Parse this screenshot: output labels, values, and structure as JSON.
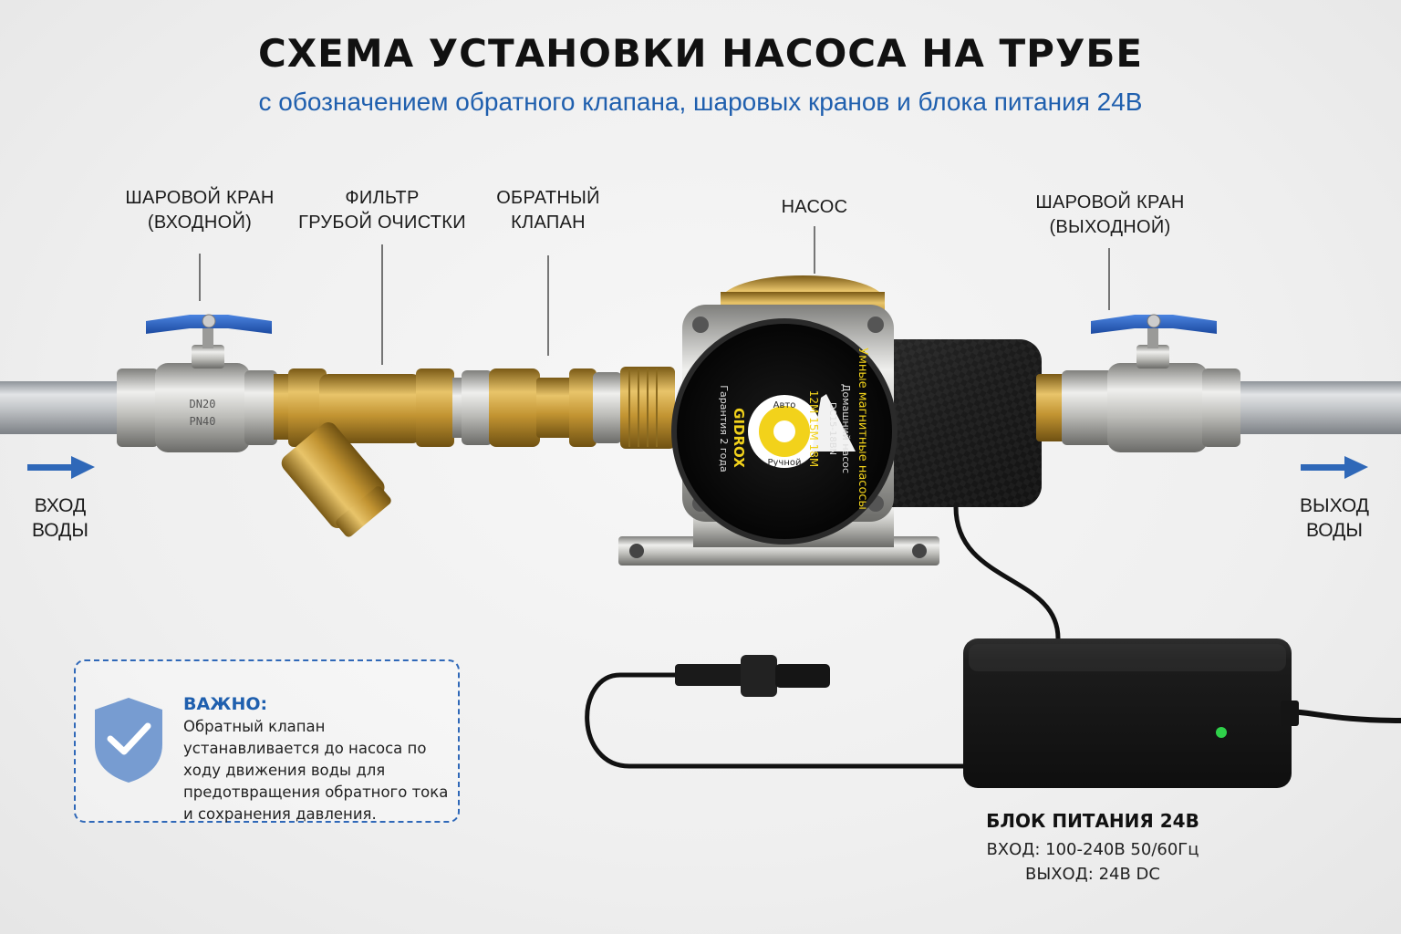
{
  "header": {
    "title": "СХЕМА УСТАНОВКИ НАСОСА НА ТРУБЕ",
    "subtitle": "с обозначением обратного клапана, шаровых кранов и блока питания 24В"
  },
  "labels": {
    "ball_valve_in": [
      "ШАРОВОЙ КРАН",
      "(ВХОДНОЙ)"
    ],
    "filter": [
      "ФИЛЬТР",
      "ГРУБОЙ ОЧИСТКИ"
    ],
    "check_valve": [
      "ОБРАТНЫЙ",
      "КЛАПАН"
    ],
    "pump": "НАСОС",
    "ball_valve_out": [
      "ШАРОВОЙ КРАН",
      "(ВЫХОДНОЙ)"
    ]
  },
  "flow": {
    "inlet": [
      "ВХОД",
      "ВОДЫ"
    ],
    "outlet": [
      "ВЫХОД",
      "ВОДЫ"
    ]
  },
  "valve_markings": {
    "dn": "DN20",
    "pn": "PN40"
  },
  "pump_face": {
    "brand": "GIDROX",
    "arc_text": "Умные магнитные насосы",
    "series": "Домашний насос",
    "model": "DC15-18BN",
    "heads": "12M 15M 18M",
    "warranty": "Гарантия 2 года",
    "mode_auto": "Авто",
    "mode_manual": "Ручной"
  },
  "note": {
    "title": "ВАЖНО:",
    "text": "Обратный клапан устанавливается до насоса по ходу движения воды для предотвращения обратного тока и сохранения давления."
  },
  "psu": {
    "title": "БЛОК ПИТАНИЯ 24В",
    "input": "ВХОД: 100-240В 50/60Гц",
    "output": "ВЫХОД: 24В DC"
  },
  "colors": {
    "accent_blue": "#1f5fae",
    "brass": "#c99a3a",
    "chrome": "#c8c8c6",
    "pump_yellow": "#f2d21b",
    "led_green": "#2fd14a"
  }
}
